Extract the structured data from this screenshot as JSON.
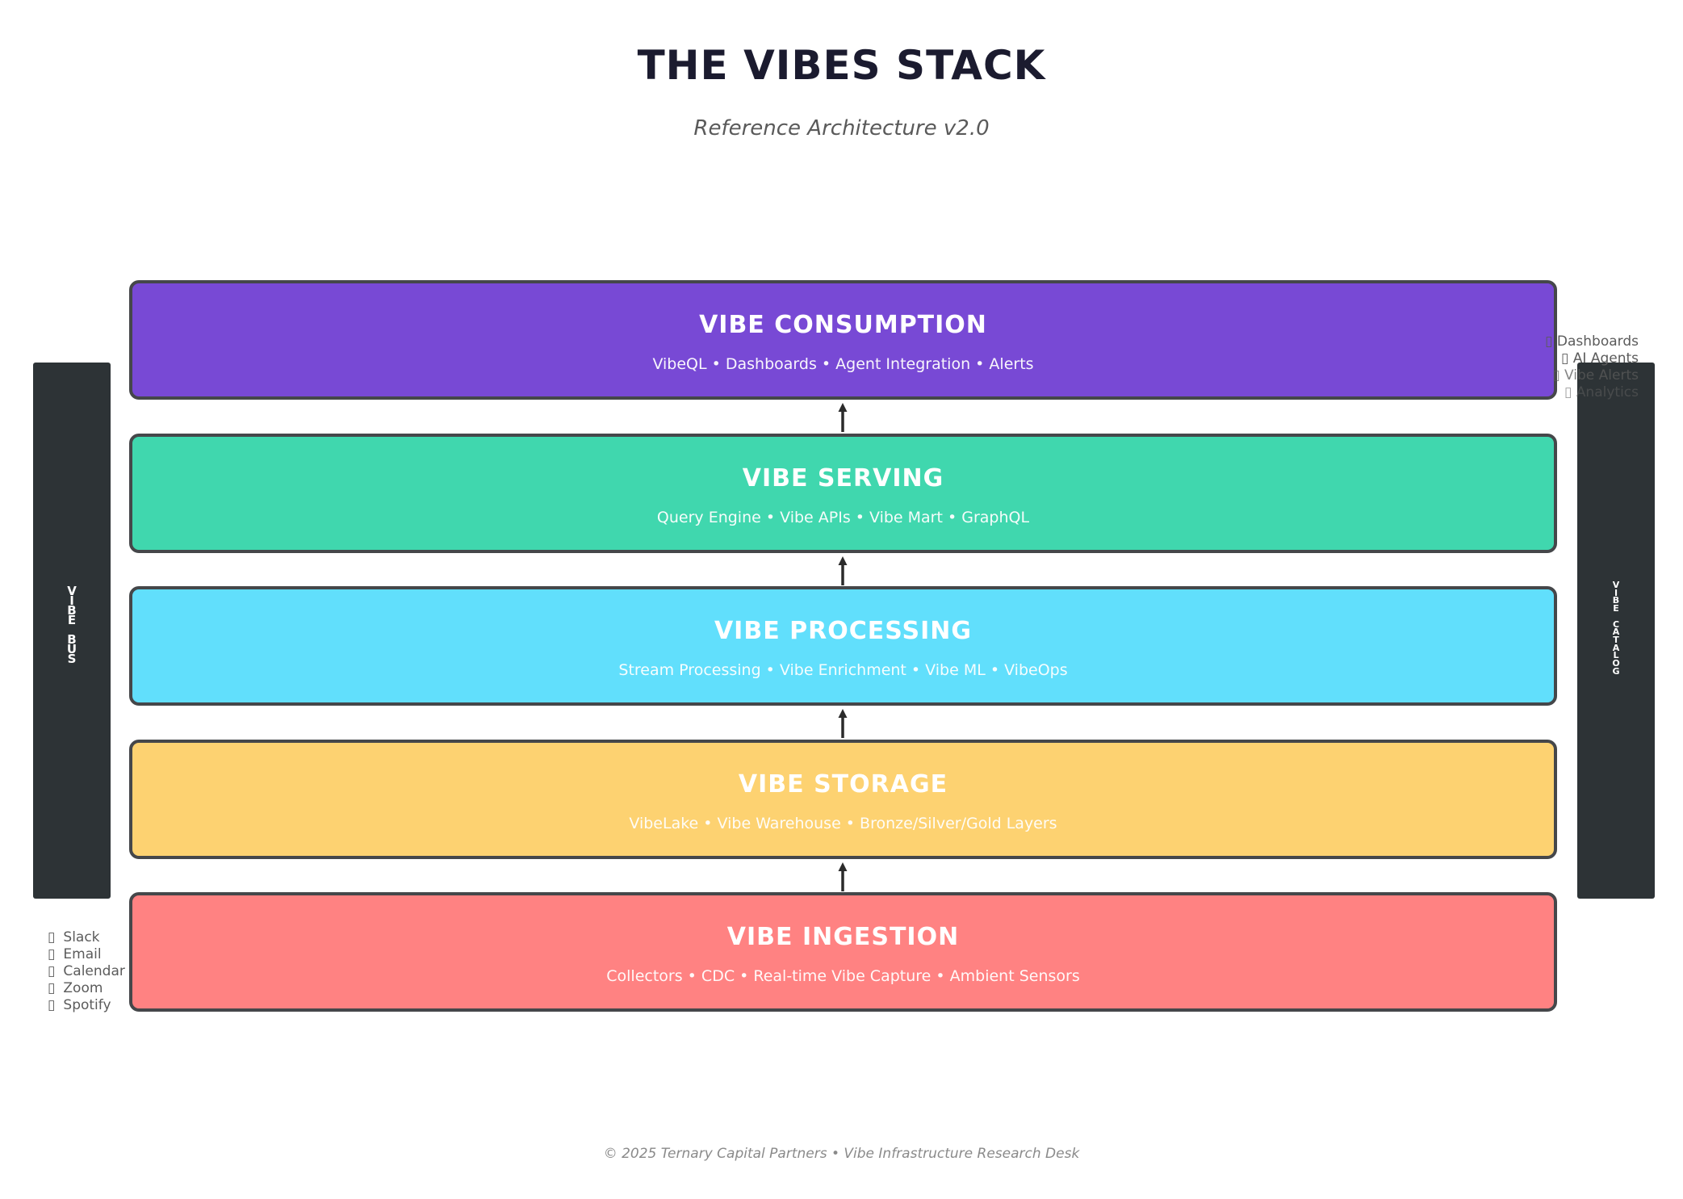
{
  "title": "THE VIBES STACK",
  "subtitle": "Reference Architecture v2.0",
  "layers": [
    {
      "name": "VIBE CONSUMPTION",
      "items": "VibeQL • Dashboards • Agent Integration • Alerts",
      "color": "#7849d5"
    },
    {
      "name": "VIBE SERVING",
      "items": "Query Engine • Vibe APIs • Vibe Mart • GraphQL",
      "color": "#40d7ae"
    },
    {
      "name": "VIBE PROCESSING",
      "items": "Stream Processing • Vibe Enrichment • Vibe ML • VibeOps",
      "color": "#61dffc"
    },
    {
      "name": "VIBE STORAGE",
      "items": "VibeLake • Vibe Warehouse • Bronze/Silver/Gold Layers",
      "color": "#fdd271"
    },
    {
      "name": "VIBE INGESTION",
      "items": "Collectors • CDC • Real-time Vibe Capture • Ambient Sensors",
      "color": "#ff8282"
    }
  ],
  "left_bar": {
    "label": "VIBE BUS",
    "vertical_text": "V\nI\nB\nE\n \nB\nU\nS"
  },
  "right_bar": {
    "label": "VIBE CATALOG",
    "vertical_text": "V\nI\nB\nE\n \nC\nA\nT\nA\nL\nO\nG"
  },
  "sources": [
    "Slack",
    "Email",
    "Calendar",
    "Zoom",
    "Spotify"
  ],
  "consumers": [
    "Dashboards",
    "AI Agents",
    "Vibe Alerts",
    "Analytics"
  ],
  "footer": "© 2025 Ternary Capital Partners • Vibe Infrastructure Research Desk",
  "colors": {
    "bar": "#2d3336",
    "border": "#45474a",
    "arrow": "#2b2b2b",
    "title": "#1b1b2f"
  }
}
